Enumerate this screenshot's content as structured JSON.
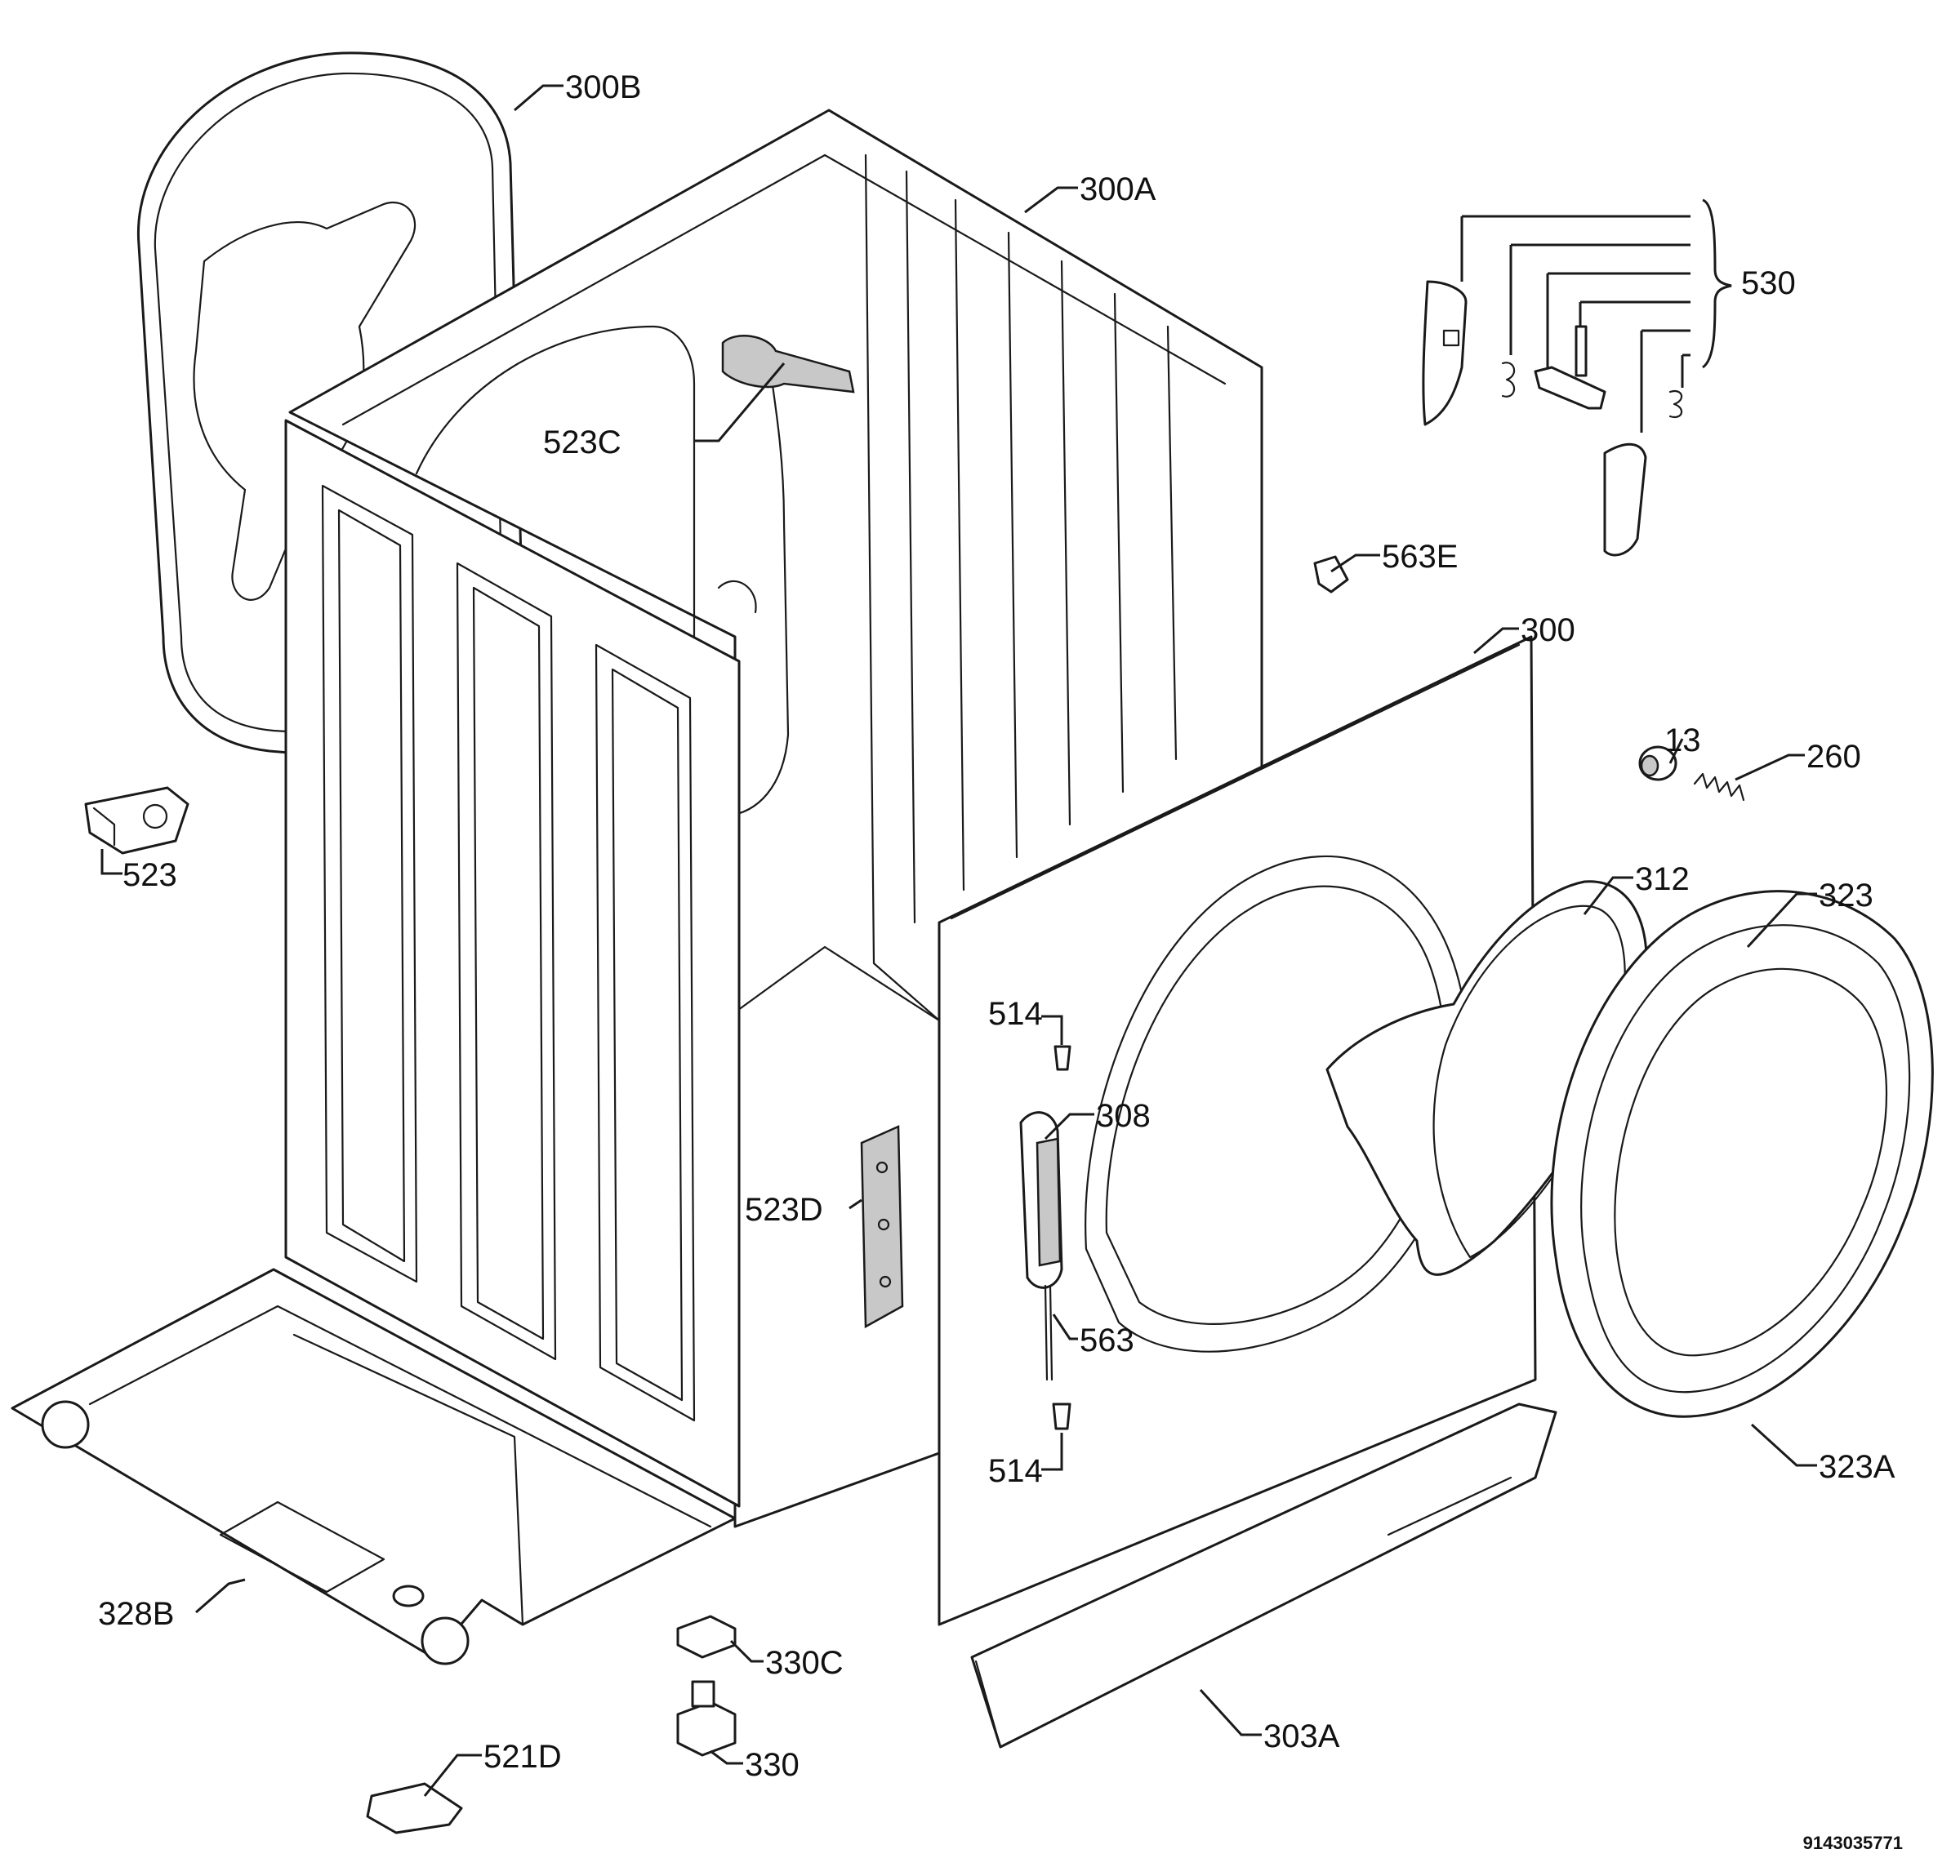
{
  "labels": {
    "l300B": "300B",
    "l300A": "300A",
    "l530": "530",
    "l523C": "523C",
    "l563E": "563E",
    "l300": "300",
    "l13": "13",
    "l260": "260",
    "l523": "523",
    "l312": "312",
    "l323": "323",
    "l514a": "514",
    "l308": "308",
    "l523D": "523D",
    "l563": "563",
    "l514b": "514",
    "l323A": "323A",
    "l328B": "328B",
    "l330C": "330C",
    "l521D": "521D",
    "l303A": "303A",
    "l330": "330"
  },
  "drawing_code": "9143035771"
}
